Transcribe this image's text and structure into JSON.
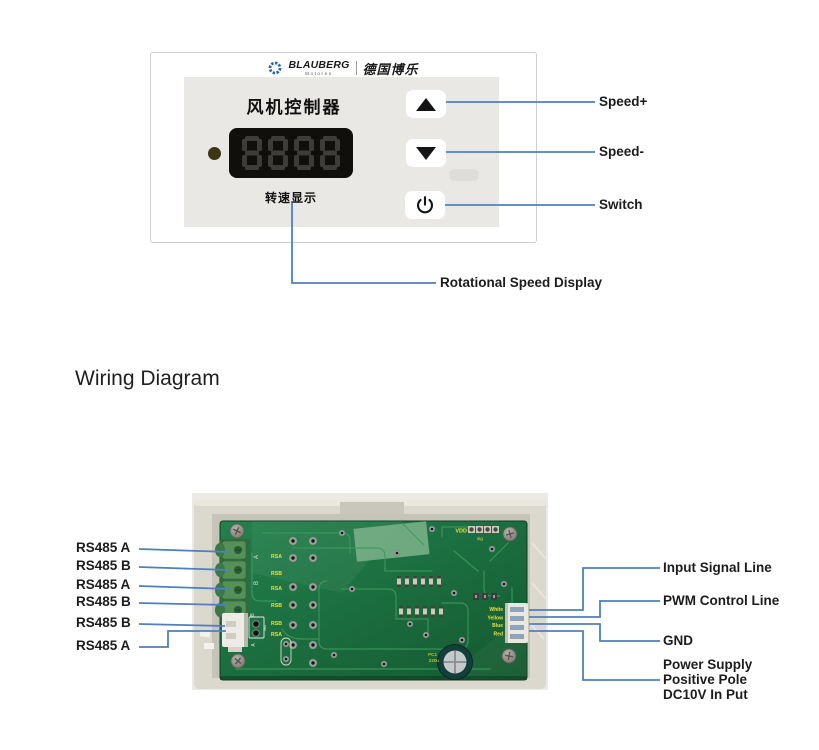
{
  "controller": {
    "brand": {
      "name": "BLAUBERG",
      "subname": "Motoren",
      "cn": "德国博乐"
    },
    "panel_title": "风机控制器",
    "display_value": "8888",
    "display_caption": "转速显示",
    "annotations": {
      "speed_plus": "Speed+",
      "speed_minus": "Speed-",
      "switch": "Switch",
      "rotational": "Rotational Speed Display"
    }
  },
  "section_title": "Wiring Diagram",
  "wiring": {
    "left_labels": [
      "RS485 A",
      "RS485 B",
      "RS485 A",
      "RS485 B",
      "RS485 B",
      "RS485 A"
    ],
    "right_labels": [
      "Input Signal Line",
      "PWM Control Line",
      "GND"
    ],
    "power_label_lines": [
      "Power Supply",
      "Positive Pole",
      "DC10V In Put"
    ],
    "pcb": {
      "rs_labels": [
        "RSA",
        "RSB",
        "RSA",
        "RSB",
        "RSB",
        "RSA"
      ],
      "vdd": "VDD",
      "sig": "sig",
      "wire_colors": [
        "White",
        "Yellow",
        "Blue",
        "Red"
      ],
      "cap_line1": "PC1",
      "cap_line2": "220u",
      "comp_485": "485",
      "terminal_letters": [
        "A",
        "B",
        "B",
        "A"
      ]
    },
    "colors": {
      "annotation_blue": "#4e7fc1",
      "pcb_green": "#1c6e41",
      "silkscreen_yellow": "#e9e13a",
      "enclosure_beige": "#dbd8cd"
    }
  }
}
